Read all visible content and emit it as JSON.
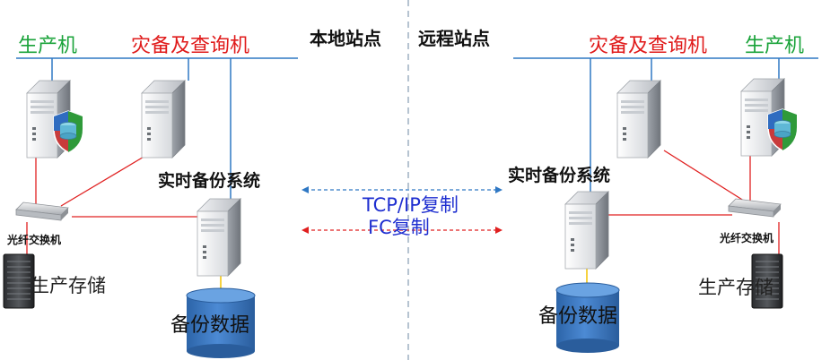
{
  "sites": {
    "local": "本地站点",
    "remote": "远程站点"
  },
  "local": {
    "production_host": "生产机",
    "dr_query_host": "灾备及查询机",
    "backup_system": "实时备份系统",
    "fiber_switch": "光纤交换机",
    "production_storage": "生产存储",
    "backup_data": "备份数据"
  },
  "remote": {
    "production_host": "生产机",
    "dr_query_host": "灾备及查询机",
    "backup_system": "实时备份系统",
    "fiber_switch": "光纤交换机",
    "production_storage": "生产存储",
    "backup_data": "备份数据"
  },
  "links": {
    "tcpip": "TCP/IP复制",
    "fc": "FC复制"
  },
  "colors": {
    "green_label": "#1aa33a",
    "red_label": "#e01b1b",
    "lan_line": "#2f78c4",
    "fc_line": "#e02020",
    "storage_link": "#f2c200",
    "link_text": "#1f2fd0",
    "divider": "#8fa3b8",
    "cylinder": "#3b78c2"
  }
}
